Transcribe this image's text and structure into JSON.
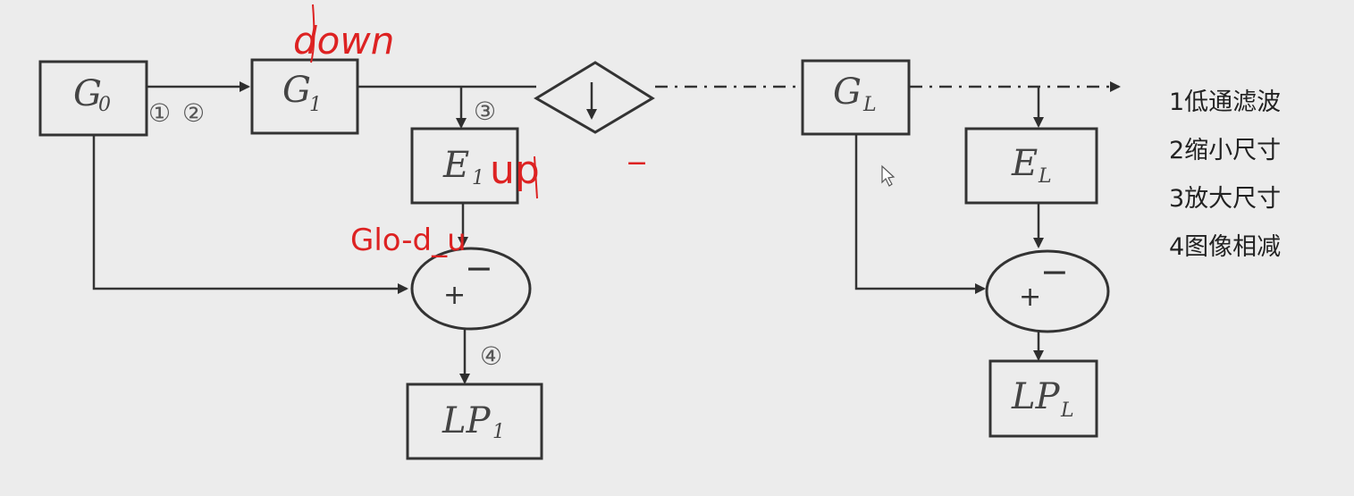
{
  "boxes": {
    "g0": {
      "main": "G",
      "sub": "0"
    },
    "g1": {
      "main": "G",
      "sub": "1"
    },
    "e1": {
      "main": "E",
      "sub": "1"
    },
    "lp1": {
      "main": "LP",
      "sub": "1"
    },
    "gl": {
      "main": "G",
      "sub": "L"
    },
    "el": {
      "main": "E",
      "sub": "L"
    },
    "lpl": {
      "main": "LP",
      "sub": "L"
    }
  },
  "step_marks": {
    "s1": "①",
    "s2": "②",
    "s3": "③",
    "s4": "④"
  },
  "operators": {
    "plus": "+",
    "minus": "−",
    "down_arrow": "↓"
  },
  "legend": [
    "1低通滤波",
    "2缩小尺寸",
    "3放大尺寸",
    "4图像相减"
  ],
  "annotations": {
    "down": "down",
    "up": "up",
    "minus": "−",
    "formula": "Glo-d_u"
  },
  "colors": {
    "ink": "#3a3a3a",
    "annotation": "#d22222",
    "background": "#ececec"
  }
}
